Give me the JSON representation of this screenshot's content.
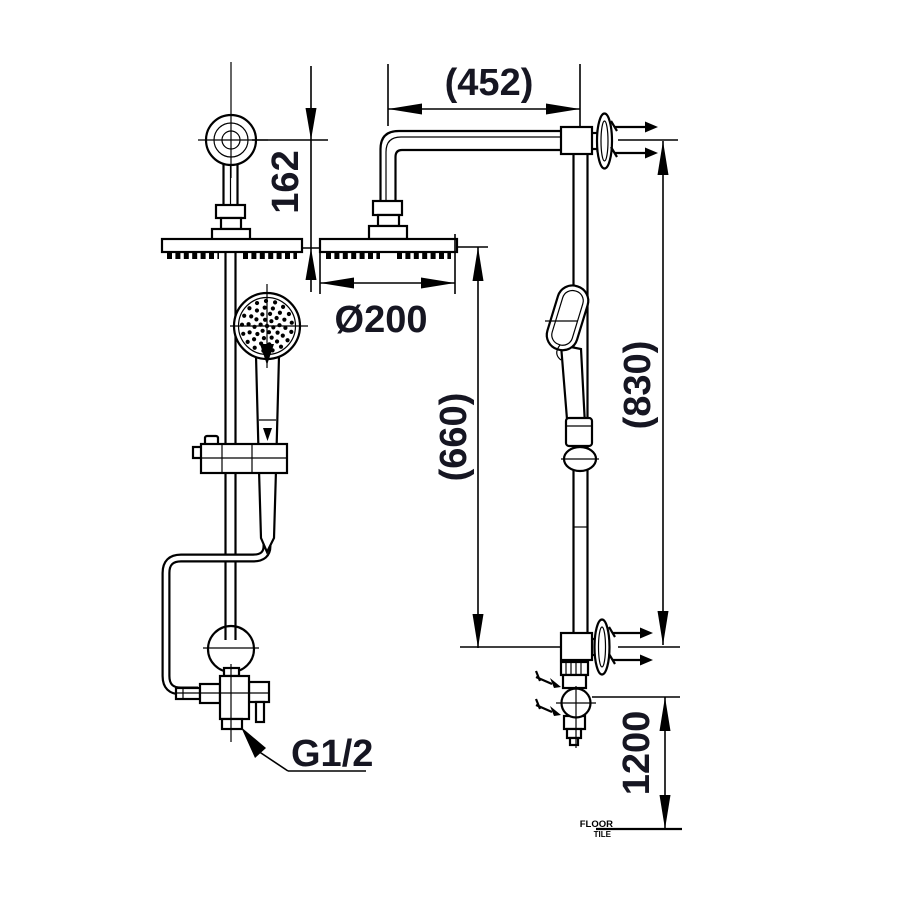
{
  "drawing": {
    "type": "technical-dimension-drawing",
    "subject": "rain shower column set, front view and side view",
    "colors": {
      "line": "#000000",
      "text": "#161622",
      "background": "#ffffff"
    },
    "labels": {
      "dim_width_top": "(452)",
      "dim_head_drop": "162",
      "dim_head_diameter": "Ø200",
      "dim_column_partial": "(660)",
      "dim_column_total": "(830)",
      "dim_valve_height": "1200",
      "thread_size": "G1/2",
      "floor_word1": "FLOOR",
      "floor_word2": "TILE"
    }
  }
}
